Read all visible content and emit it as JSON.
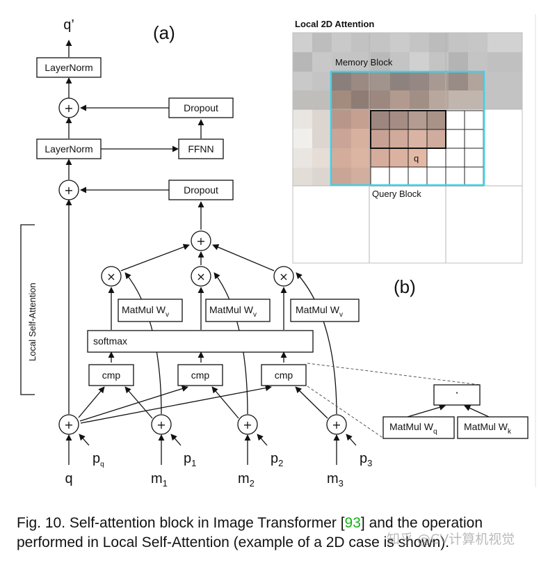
{
  "figure": {
    "panel_a": "(a)",
    "panel_b": "(b)",
    "left_bracket_label": "Local Self-Attention",
    "boxes": {
      "layernorm": "LayerNorm",
      "dropout": "Dropout",
      "ffnn": "FFNN",
      "softmax": "softmax",
      "cmp": "cmp",
      "matmul": "MatMul W",
      "sub_v": "v",
      "sub_q": "q",
      "sub_k": "k",
      "dot": "·"
    },
    "ops": {
      "plus": "+",
      "times": "×"
    },
    "labels": {
      "q_out": "q’",
      "q": "q",
      "p": "p",
      "p_sub": [
        "q",
        "1",
        "2",
        "3"
      ],
      "m": "m",
      "m_sub": [
        "1",
        "2",
        "3"
      ]
    },
    "attention": {
      "title": "Local 2D Attention",
      "memory_block": "Memory Block",
      "query_block": "Query Block",
      "q_cell": "q",
      "highlight_color": "#3fd0e6"
    }
  },
  "caption": {
    "prefix": "Fig. 10. Self-attention block in Image Transformer [",
    "ref": "93",
    "suffix": "] and the operation performed in Local Self-Attention (example of a 2D case is shown).",
    "ref_color": "#13b513"
  },
  "watermark": "知乎 @CV计算机视觉"
}
